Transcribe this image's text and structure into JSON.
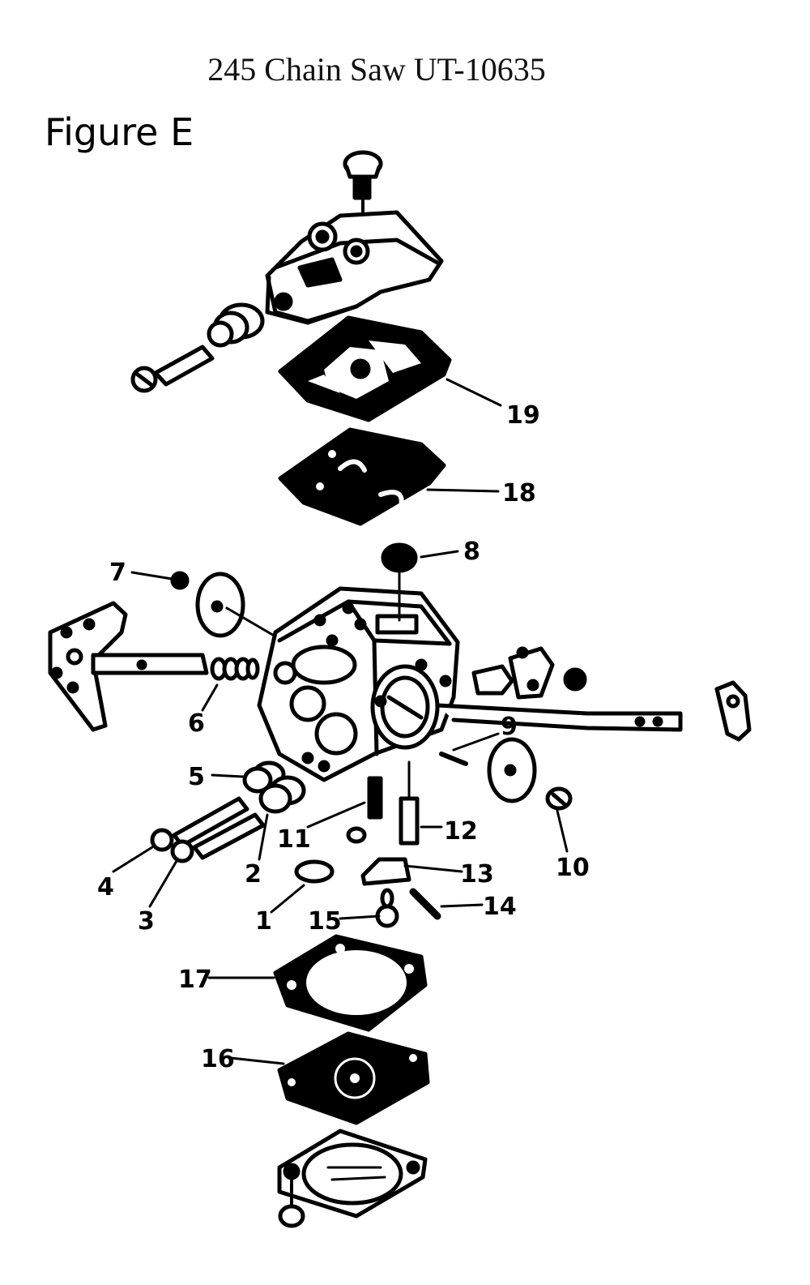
{
  "title": "245 Chain Saw UT-10635",
  "figure_label": "Figure E",
  "parts": [
    {
      "id": "19",
      "name": "part-19"
    },
    {
      "id": "18",
      "name": "part-18"
    },
    {
      "id": "8",
      "name": "part-8"
    },
    {
      "id": "7",
      "name": "part-7"
    },
    {
      "id": "6",
      "name": "part-6"
    },
    {
      "id": "9",
      "name": "part-9"
    },
    {
      "id": "5",
      "name": "part-5"
    },
    {
      "id": "11",
      "name": "part-11"
    },
    {
      "id": "12",
      "name": "part-12"
    },
    {
      "id": "10",
      "name": "part-10"
    },
    {
      "id": "2",
      "name": "part-2"
    },
    {
      "id": "4",
      "name": "part-4"
    },
    {
      "id": "13",
      "name": "part-13"
    },
    {
      "id": "3",
      "name": "part-3"
    },
    {
      "id": "1",
      "name": "part-1"
    },
    {
      "id": "15",
      "name": "part-15"
    },
    {
      "id": "14",
      "name": "part-14"
    },
    {
      "id": "17",
      "name": "part-17"
    },
    {
      "id": "16",
      "name": "part-16"
    }
  ]
}
